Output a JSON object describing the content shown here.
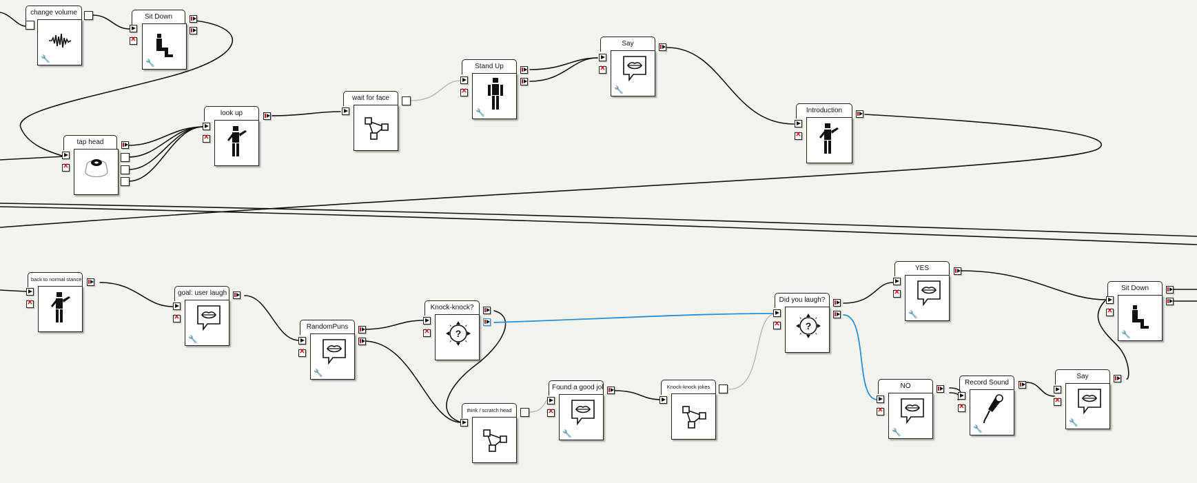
{
  "app": "Choregraphe behavior flow diagram",
  "colors": {
    "background": "#f4f4ee",
    "wire": "#111111",
    "wire_selected": "#2a8fd6",
    "wire_inactive": "#bbbbbb",
    "stop_port": "#d51818",
    "output_port": "#c81414"
  },
  "boxes": [
    {
      "id": "change-volume",
      "title": "change volume",
      "icon": "sound-wave-icon"
    },
    {
      "id": "sit-down-top",
      "title": "Sit Down",
      "icon": "sitting-robot-icon"
    },
    {
      "id": "tap-head",
      "title": "tap head",
      "icon": "head-sensor-icon"
    },
    {
      "id": "look-up",
      "title": "look up",
      "icon": "robot-wave-icon"
    },
    {
      "id": "wait-for-face",
      "title": "wait for face",
      "icon": "flow-diagram-icon"
    },
    {
      "id": "stand-up",
      "title": "Stand Up",
      "icon": "standing-robot-icon"
    },
    {
      "id": "say-top",
      "title": "Say",
      "icon": "speech-lips-icon"
    },
    {
      "id": "introduction",
      "title": "Introduction",
      "icon": "robot-wave-icon"
    },
    {
      "id": "back-to-normal-stance",
      "title": "back to normal stance",
      "icon": "robot-wave-icon"
    },
    {
      "id": "goal-user-laugh",
      "title": "goal: user laugh",
      "icon": "speech-lips-icon"
    },
    {
      "id": "random-puns",
      "title": "RandomPuns",
      "icon": "speech-lips-icon"
    },
    {
      "id": "knock-knock",
      "title": "Knock-knock?",
      "icon": "question-choice-icon"
    },
    {
      "id": "think-scratch-head",
      "title": "think / scratch head",
      "icon": "flow-diagram-icon"
    },
    {
      "id": "found-good-joke",
      "title": "Found a good joke",
      "icon": "speech-lips-icon"
    },
    {
      "id": "knock-knock-jokes",
      "title": "Knock-knock jokes",
      "icon": "flow-diagram-icon"
    },
    {
      "id": "did-you-laugh",
      "title": "Did you laugh?",
      "icon": "question-choice-icon"
    },
    {
      "id": "yes",
      "title": "YES",
      "icon": "speech-lips-icon"
    },
    {
      "id": "no",
      "title": "NO",
      "icon": "speech-lips-icon"
    },
    {
      "id": "record-sound",
      "title": "Record Sound",
      "icon": "microphone-icon"
    },
    {
      "id": "say-bottom",
      "title": "Say",
      "icon": "speech-lips-icon"
    },
    {
      "id": "sit-down-bottom",
      "title": "Sit Down",
      "icon": "sitting-robot-icon"
    }
  ]
}
